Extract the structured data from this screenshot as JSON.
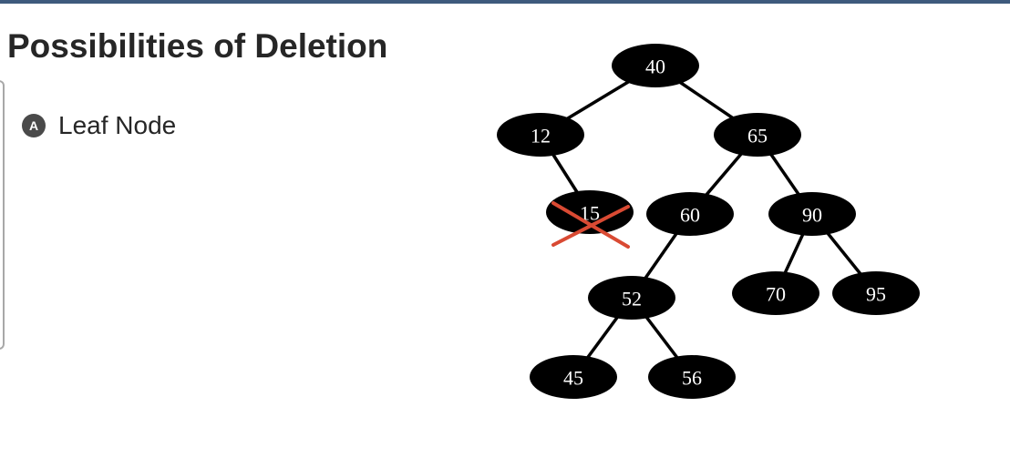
{
  "slide": {
    "title": "Possibilities of Deletion",
    "bullet": {
      "marker": "A",
      "text": "Leaf Node"
    },
    "colors": {
      "top_bar": "#3e5a7d",
      "node_fill": "#000000",
      "node_text": "#ffffff",
      "deletion_mark": "#d94a33"
    }
  },
  "tree": {
    "nodes": [
      {
        "id": "n40",
        "label": "40",
        "deleted": false
      },
      {
        "id": "n12",
        "label": "12",
        "deleted": false
      },
      {
        "id": "n65",
        "label": "65",
        "deleted": false
      },
      {
        "id": "n15",
        "label": "15",
        "deleted": true
      },
      {
        "id": "n60",
        "label": "60",
        "deleted": false
      },
      {
        "id": "n90",
        "label": "90",
        "deleted": false
      },
      {
        "id": "n52",
        "label": "52",
        "deleted": false
      },
      {
        "id": "n70",
        "label": "70",
        "deleted": false
      },
      {
        "id": "n95",
        "label": "95",
        "deleted": false
      },
      {
        "id": "n45",
        "label": "45",
        "deleted": false
      },
      {
        "id": "n56",
        "label": "56",
        "deleted": false
      }
    ],
    "edges": [
      [
        "n40",
        "n12"
      ],
      [
        "n40",
        "n65"
      ],
      [
        "n12",
        "n15"
      ],
      [
        "n65",
        "n60"
      ],
      [
        "n65",
        "n90"
      ],
      [
        "n60",
        "n52"
      ],
      [
        "n90",
        "n70"
      ],
      [
        "n90",
        "n95"
      ],
      [
        "n52",
        "n45"
      ],
      [
        "n52",
        "n56"
      ]
    ]
  }
}
